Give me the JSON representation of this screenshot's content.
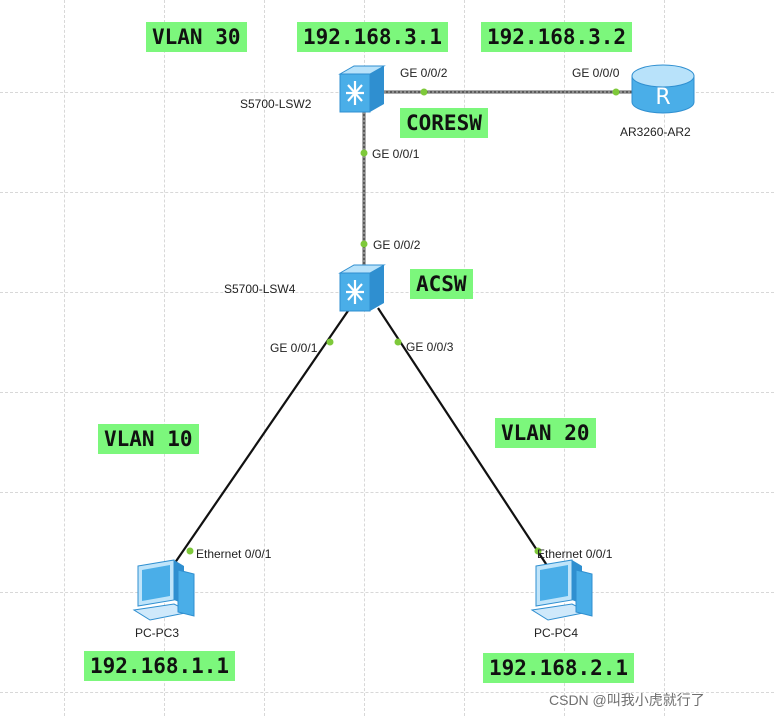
{
  "labels": {
    "vlan30": "VLAN 30",
    "coresw_ip": "192.168.3.1",
    "router_ip": "192.168.3.2",
    "coresw": "CORESW",
    "acsw": "ACSW",
    "vlan10": "VLAN 10",
    "vlan20": "VLAN 20",
    "pc3_ip": "192.168.1.1",
    "pc4_ip": "192.168.2.1"
  },
  "devices": {
    "lsw2": "S5700-LSW2",
    "ar2": "AR3260-AR2",
    "lsw4": "S5700-LSW4",
    "pc3": "PC-PC3",
    "pc4": "PC-PC4"
  },
  "ports": {
    "lsw2_ge002": "GE 0/0/2",
    "ar2_ge000": "GE 0/0/0",
    "lsw2_ge001": "GE 0/0/1",
    "lsw4_ge002": "GE 0/0/2",
    "lsw4_ge001": "GE 0/0/1",
    "lsw4_ge003": "GE 0/0/3",
    "pc3_eth": "Ethernet 0/0/1",
    "pc4_eth": "Ethernet 0/0/1"
  },
  "watermark": "CSDN @叫我小虎就行了",
  "colors": {
    "label_bg": "#7cf77c",
    "port_dot": "#7ec93a",
    "device_blue": "#4aaee8"
  }
}
